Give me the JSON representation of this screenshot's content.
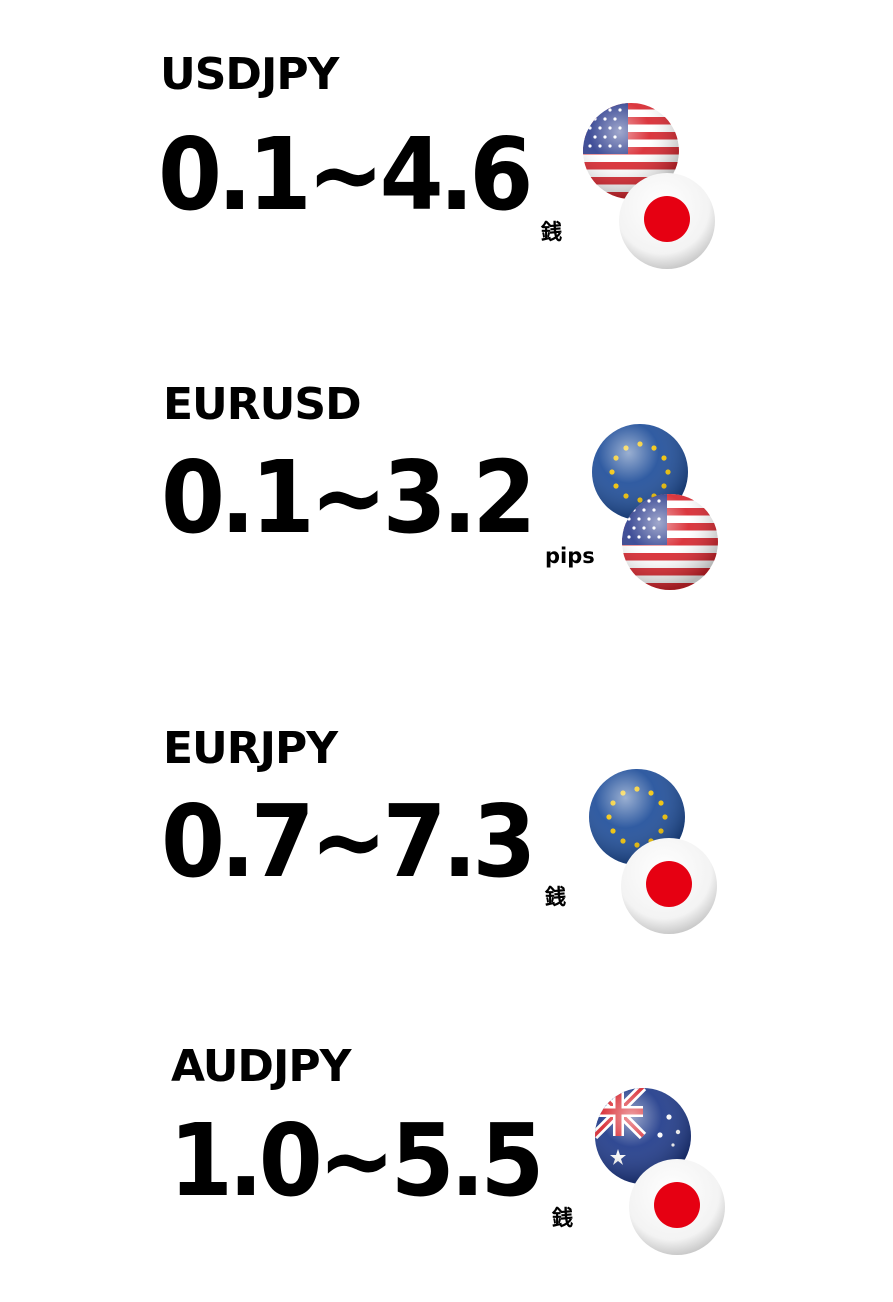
{
  "pairs": [
    {
      "name": "USDJPY",
      "spread": "0.1~4.6",
      "unit": "銭",
      "flags": [
        "us-flag-icon",
        "jp-flag-icon"
      ]
    },
    {
      "name": "EURUSD",
      "spread": "0.1~3.2",
      "unit": "pips",
      "flags": [
        "eu-flag-icon",
        "us-flag-icon"
      ]
    },
    {
      "name": "EURJPY",
      "spread": "0.7~7.3",
      "unit": "銭",
      "flags": [
        "eu-flag-icon",
        "jp-flag-icon"
      ]
    },
    {
      "name": "AUDJPY",
      "spread": "1.0~5.5",
      "unit": "銭",
      "flags": [
        "au-flag-icon",
        "jp-flag-icon"
      ]
    }
  ],
  "colors": {
    "text": "#000000",
    "background": "#ffffff",
    "us_red": "#d8262e",
    "us_blue": "#2f3f8f",
    "jp_red": "#e60012",
    "eu_blue": "#1f4e9a",
    "eu_star": "#f2c200",
    "au_blue": "#1f3a8a"
  }
}
